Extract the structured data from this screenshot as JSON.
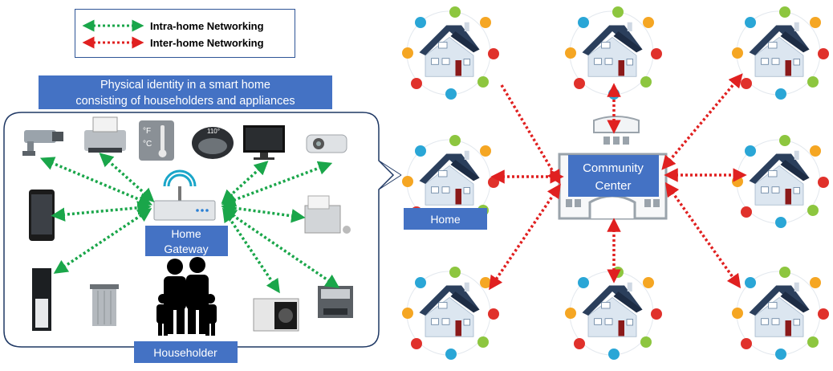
{
  "legend": {
    "intra_label": "Intra-home Networking",
    "inter_label": "Inter-home Networking",
    "intra_color": "#1aa64a",
    "inter_color": "#e02020"
  },
  "smart_home": {
    "title_line1": "Physical identity in a smart home",
    "title_line2": "consisting of householders and appliances",
    "gateway_line1": "Home",
    "gateway_line2": "Gateway",
    "householder_label": "Householder",
    "thermostat_f": "°F",
    "thermostat_c": "°C",
    "speaker_temp": "110°",
    "devices": [
      "cctv-camera",
      "printer",
      "thermostat",
      "smart-speaker",
      "monitor",
      "projector",
      "smartphone",
      "fax-machine",
      "tower-pc",
      "trash-can",
      "sound-system",
      "multifunction-printer"
    ]
  },
  "community": {
    "center_line1": "Community",
    "center_line2": "Center",
    "home_label": "Home"
  },
  "colors": {
    "label_blue": "#4472c4",
    "house_roof": "#2b3f5c",
    "house_wall": "#dce6f0",
    "door": "#8b1a1a"
  }
}
